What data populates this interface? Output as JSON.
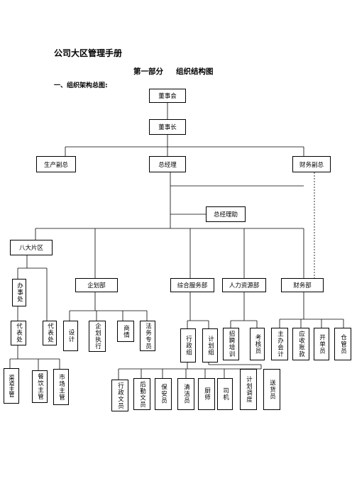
{
  "document": {
    "title": "公司大区管理手册",
    "part_number": "第一部分",
    "part_title": "组织结构图",
    "section_heading": "一、组织架构总图:"
  },
  "org": {
    "board": "董事会",
    "chairman": "董事长",
    "vp_production": "生产副总",
    "general_manager": "总经理",
    "vp_finance": "财务副总",
    "gm_assistant": "总经理助",
    "regions": "八大片区",
    "office": "办事处",
    "rep_office_1": "代表处",
    "rep_office_2": "代表处",
    "channel_supervisor": "渠道主管",
    "catering_supervisor": "餐饮主管",
    "market_supervisor": "市场主管",
    "planning_dept": "企划部",
    "design": "设计",
    "planning_exec": "企划执行",
    "business_intel": "商情",
    "legal_specialist": "法务专员",
    "general_services_dept": "综合服务部",
    "admin_group": "行政组",
    "planning_group": "计划组",
    "admin_clerk": "行政文员",
    "logistics_clerk": "后勤文员",
    "security_guard": "保安员",
    "cleaner": "清洁员",
    "chef": "厨师",
    "driver": "司机",
    "planning_scheduler": "计划调度",
    "delivery_staff": "送货员",
    "hr_dept": "人力资源部",
    "recruitment_training": "招聘培训",
    "appraiser": "考核员",
    "finance_dept": "财务部",
    "chief_accountant": "主办会计",
    "receivables": "应收账款",
    "invoicing": "开单员",
    "warehouse_keeper": "仓管员"
  }
}
